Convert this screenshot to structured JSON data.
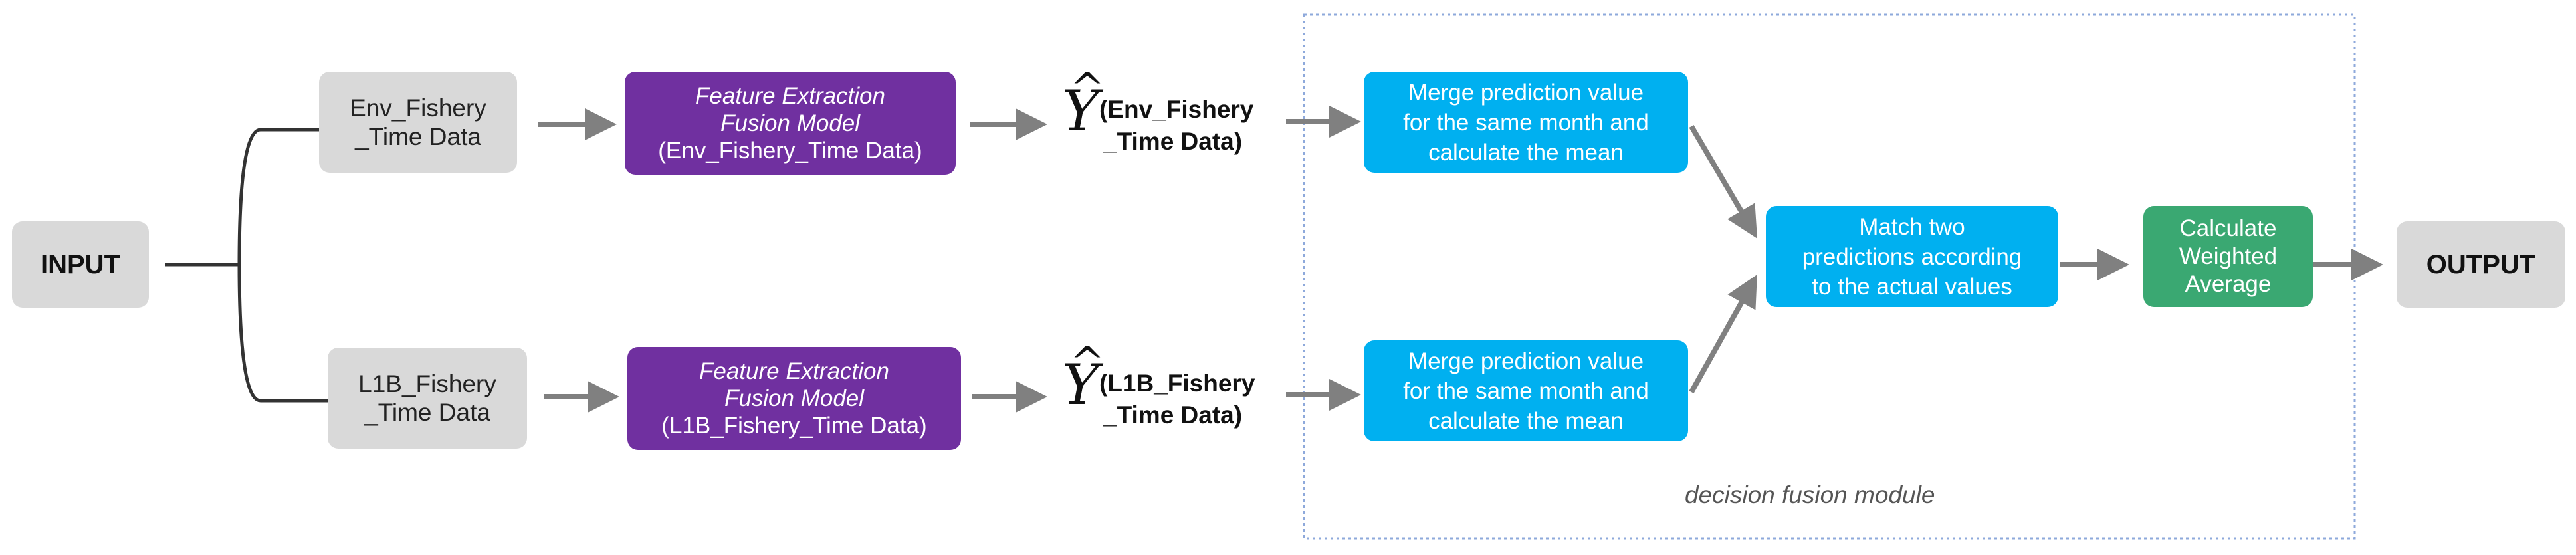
{
  "input": {
    "label": "INPUT"
  },
  "output": {
    "label": "OUTPUT"
  },
  "branches": [
    {
      "data": {
        "line1": "Env_Fishery",
        "line2": "_Time Data"
      },
      "model": {
        "line1": "Feature Extraction",
        "line2": "Fusion Model",
        "line3": "(Env_Fishery_Time Data)"
      },
      "prediction": {
        "symbol": "Y",
        "hat": "^",
        "line1": "(Env_Fishery",
        "line2": "_Time Data)"
      },
      "merge": {
        "line1": "Merge prediction value",
        "line2": "for the same month and",
        "line3": "calculate the mean"
      }
    },
    {
      "data": {
        "line1": "L1B_Fishery",
        "line2": "_Time Data"
      },
      "model": {
        "line1": "Feature Extraction",
        "line2": "Fusion Model",
        "line3": "(L1B_Fishery_Time Data)"
      },
      "prediction": {
        "symbol": "Y",
        "hat": "^",
        "line1": "(L1B_Fishery",
        "line2": "_Time Data)"
      },
      "merge": {
        "line1": "Merge prediction value",
        "line2": "for the same month and",
        "line3": "calculate the mean"
      }
    }
  ],
  "match": {
    "line1": "Match two",
    "line2": "predictions according",
    "line3": "to the actual values"
  },
  "weighted": {
    "line1": "Calculate",
    "line2": "Weighted",
    "line3": "Average"
  },
  "module": {
    "label": "decision fusion module"
  },
  "colors": {
    "gray": "#d9d9d9",
    "purple": "#7030a0",
    "blue": "#00b0f0",
    "green": "#3aa872",
    "arrow": "#808080",
    "module_border": "#8ea9db"
  }
}
